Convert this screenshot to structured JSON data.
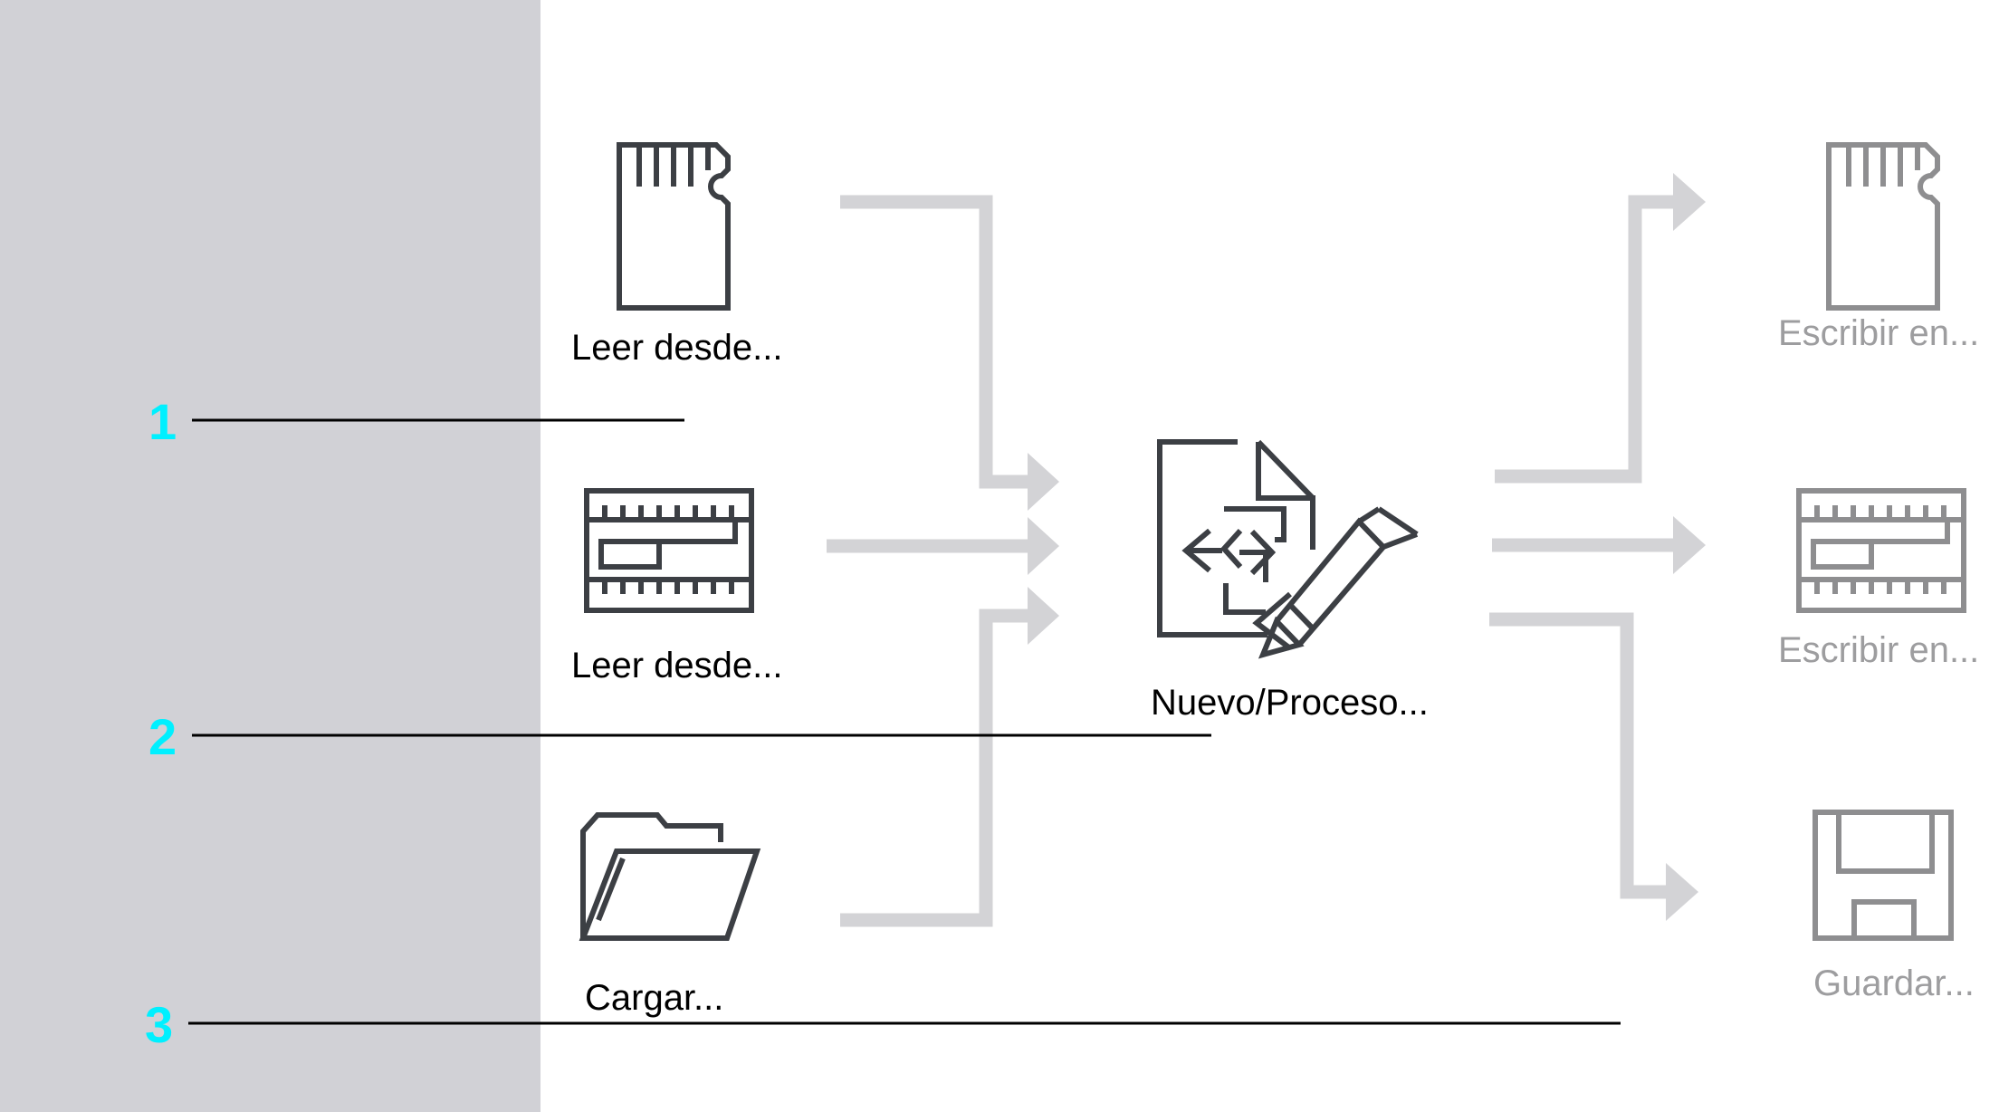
{
  "colors": {
    "panel": "#d1d1d6",
    "icon_dark": "#3c3f44",
    "icon_light": "#8e8e90",
    "arrow": "#d3d3d6",
    "callout_number": "#00f0ff",
    "callout_line": "#000000",
    "label_dark": "#000000",
    "label_light": "#9d9d9f"
  },
  "sources": [
    {
      "icon": "sd-card-icon",
      "label": "Leer desde..."
    },
    {
      "icon": "memory-module-icon",
      "label": "Leer desde..."
    },
    {
      "icon": "folder-open-icon",
      "label": "Cargar..."
    }
  ],
  "process": {
    "icon": "transfer-edit-document-icon",
    "label": "Nuevo/Proceso..."
  },
  "targets": [
    {
      "icon": "sd-card-icon",
      "label": "Escribir en..."
    },
    {
      "icon": "memory-module-icon",
      "label": "Escribir en..."
    },
    {
      "icon": "floppy-disk-icon",
      "label": "Guardar..."
    }
  ],
  "callouts": [
    "1",
    "2",
    "3"
  ]
}
